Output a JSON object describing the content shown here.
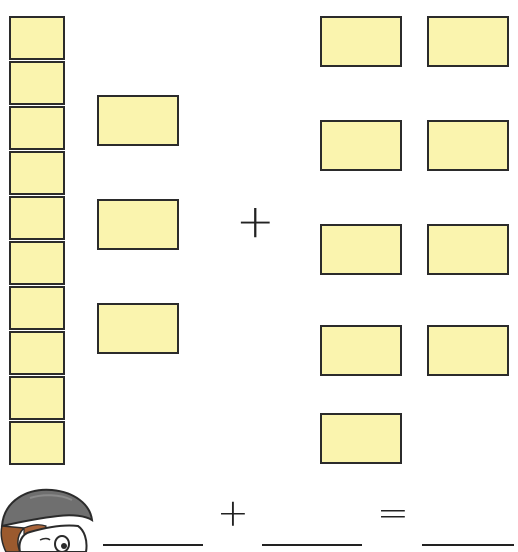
{
  "blocks": {
    "tens_rod_units": 10,
    "left_group_ones": 3,
    "right_group_ones": 9
  },
  "symbols": {
    "plus_between_groups": "+",
    "equation_plus": "+",
    "equation_equals": "="
  },
  "colors": {
    "block_fill": "#faf4ae",
    "block_border": "#2b2b2b",
    "ink": "#222222"
  },
  "icons": {
    "character": "cartoon-child-with-cap-icon"
  }
}
